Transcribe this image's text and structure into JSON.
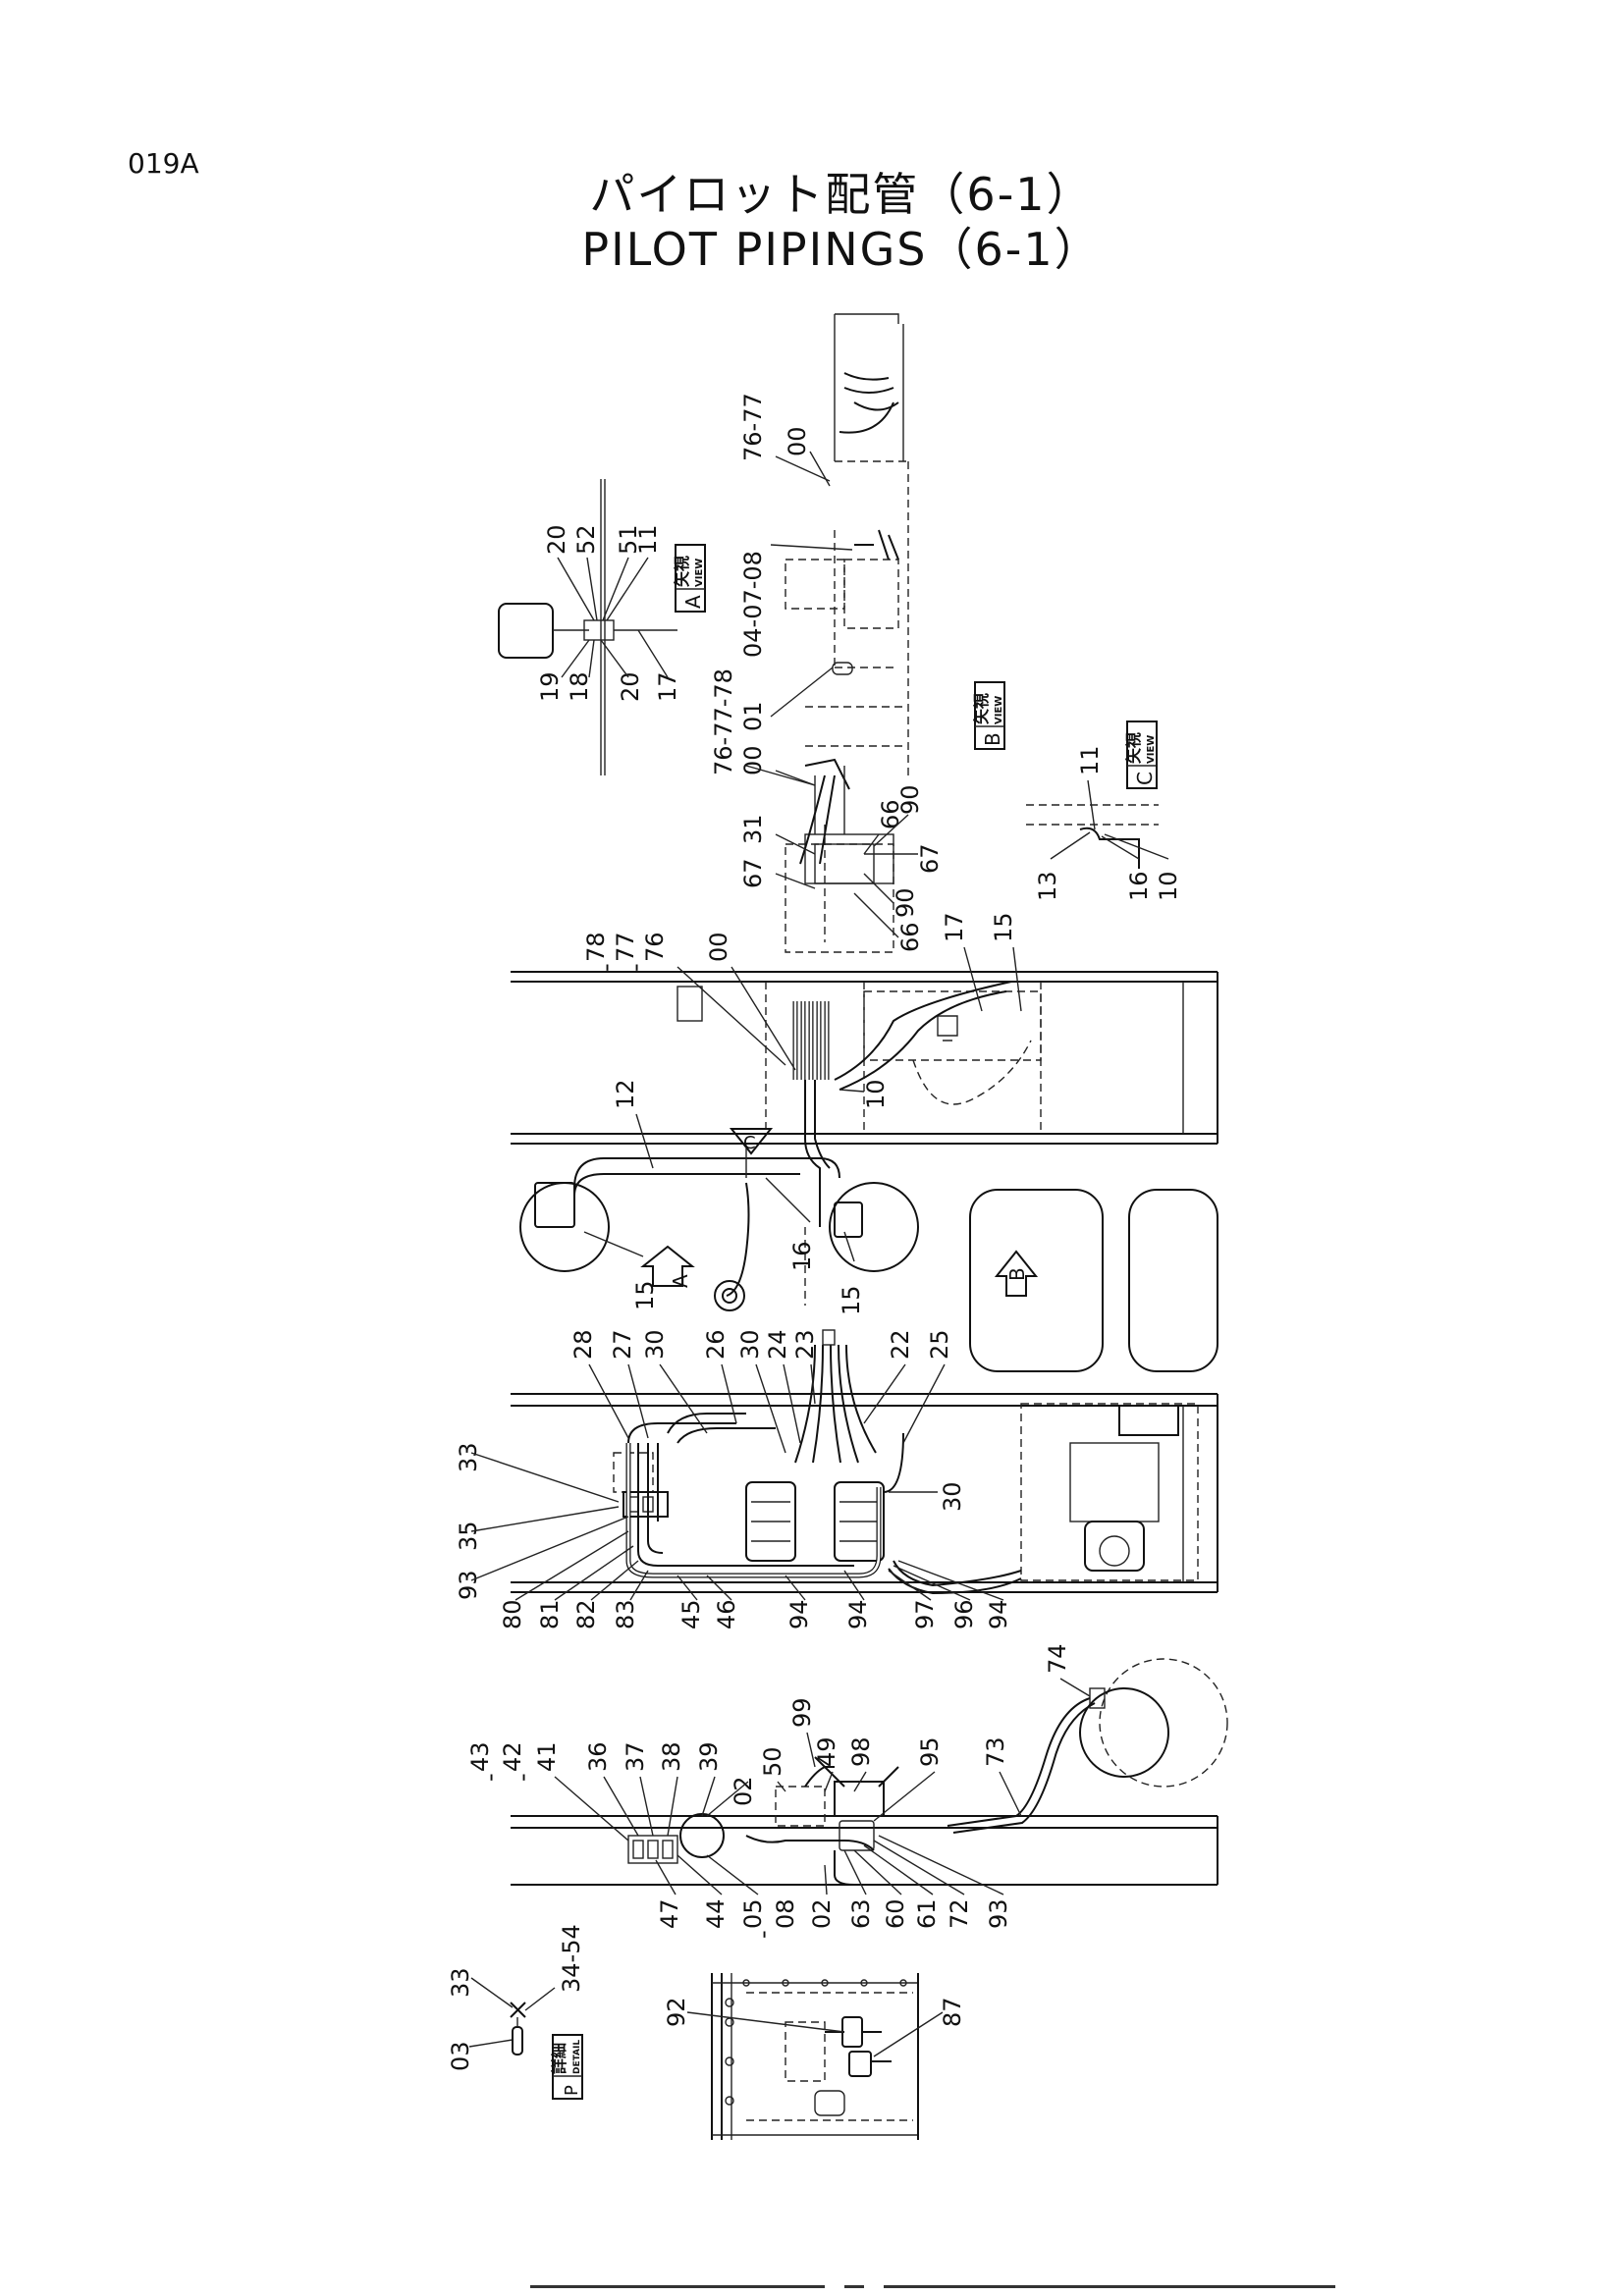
{
  "page_code": "019A",
  "title_jp": "パイロット配管（6-1）",
  "title_en": "PILOT PIPINGS（6-1）",
  "view_tags": {
    "view_a": {
      "kanji": "矢視",
      "word": "VIEW",
      "letter": "A"
    },
    "view_b": {
      "kanji": "矢視",
      "word": "VIEW",
      "letter": "B"
    },
    "view_c": {
      "kanji": "矢視",
      "word": "VIEW",
      "letter": "C"
    },
    "detail_p": {
      "kanji": "詳細",
      "word": "DETAIL",
      "letter": "P"
    }
  },
  "arrow_markers": [
    "A",
    "B",
    "C"
  ],
  "callouts": {
    "view_b": [
      "76-77",
      "00",
      "04-07-08",
      "01",
      "76-77-78",
      "00",
      "31",
      "67",
      "66",
      "90",
      "67",
      "90",
      "66"
    ],
    "view_a": [
      "20",
      "52",
      "51",
      "11",
      "19",
      "18",
      "20",
      "17"
    ],
    "view_c": [
      "11",
      "13",
      "16",
      "10"
    ],
    "upper_frame": [
      "78",
      "-",
      "77",
      "-",
      "76",
      "00",
      "17",
      "15",
      "10",
      "12",
      "15",
      "16",
      "15"
    ],
    "middle_frame": [
      "33",
      "28",
      "27",
      "30",
      "26",
      "30",
      "24",
      "23",
      "22",
      "25",
      "30",
      "35",
      "93",
      "80",
      "81",
      "82",
      "83",
      "45",
      "46",
      "94",
      "94",
      "97",
      "96",
      "94"
    ],
    "lower_frame": [
      "43",
      "-",
      "42",
      "-",
      "41",
      "36",
      "37",
      "38",
      "39",
      "02",
      "50",
      "99",
      "49",
      "98",
      "95",
      "73",
      "74",
      "47",
      "44",
      "05",
      "-",
      "08",
      "02",
      "63",
      "60",
      "61",
      "72",
      "93"
    ],
    "detail_p": [
      "33",
      "34-54",
      "03"
    ],
    "bottom_detail": [
      "92",
      "87"
    ]
  }
}
